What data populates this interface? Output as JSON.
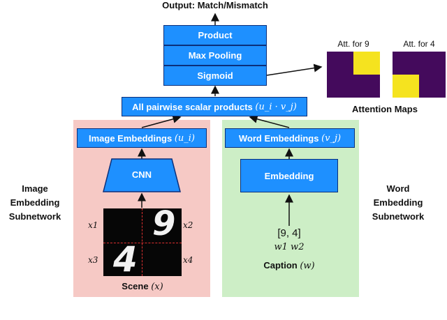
{
  "output_label": "Output: Match/Mismatch",
  "stack": {
    "product": "Product",
    "max_pooling": "Max Pooling",
    "sigmoid": "Sigmoid"
  },
  "pairwise": {
    "text": "All pairwise scalar products",
    "math": "(u_i · v_j)"
  },
  "image_branch": {
    "embeddings": {
      "text": "Image Embeddings",
      "math": "(u_i)"
    },
    "cnn": "CNN",
    "subnetwork_label": [
      "Image",
      "Embedding",
      "Subnetwork"
    ],
    "scene_label": {
      "text": "Scene",
      "math": "(x)"
    },
    "patch_labels": [
      "x1",
      "x2",
      "x3",
      "x4"
    ],
    "digits": [
      "9",
      "4"
    ]
  },
  "word_branch": {
    "embeddings": {
      "text": "Word Embeddings",
      "math": "(v_j)"
    },
    "embedding": "Embedding",
    "subnetwork_label": [
      "Word",
      "Embedding",
      "Subnetwork"
    ],
    "tokens": "[9, 4]",
    "token_symbols": "w1 w2",
    "caption_label": {
      "text": "Caption",
      "math": "(w)"
    }
  },
  "attention": {
    "title": "Attention Maps",
    "maps": [
      {
        "label": "Att. for 9",
        "grid": [
          [
            0,
            1
          ],
          [
            0,
            0
          ]
        ]
      },
      {
        "label": "Att. for 4",
        "grid": [
          [
            0,
            0
          ],
          [
            1,
            0
          ]
        ]
      }
    ],
    "colors": {
      "low": "#440a5c",
      "high": "#f5e31f"
    }
  },
  "colors": {
    "box_fill": "#1e90ff",
    "box_border": "#0b2f7a",
    "image_region": "#f6c9c5",
    "word_region": "#cdeec6"
  }
}
